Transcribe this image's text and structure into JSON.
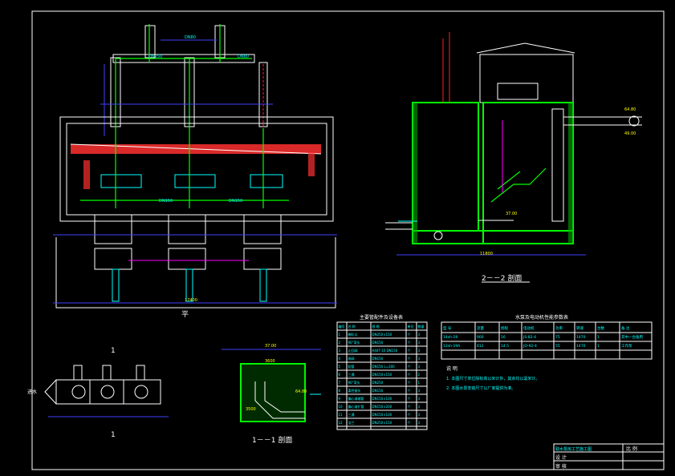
{
  "plan": {
    "pipe_label_1": "DN150",
    "pipe_label_2": "DN150",
    "pipe_label_3": "DN150",
    "pipe_label_4": "DN80"
  },
  "section_2": {
    "title": "2－－2 剖面",
    "dim_width": "11800",
    "level_1": "37.00",
    "level_2": "64.80",
    "level_3": "49.00"
  },
  "section_1": {
    "title": "1－－1 剖面",
    "dim_top": "37.00",
    "dim_inner": "3600",
    "level": "64.80",
    "dim_bottom": "3500"
  },
  "plan_view": {
    "dim_total": "17400"
  },
  "table_left": {
    "title": "主要管配件及设备表",
    "headers": [
      "编号",
      "名 称",
      "规 格",
      "单位",
      "数量"
    ],
    "rows": [
      [
        "1",
        "喇叭口",
        "DN250×150",
        "个",
        "3"
      ],
      [
        "2",
        "90°弯头",
        "DN150",
        "个",
        "3"
      ],
      [
        "3",
        "止回阀",
        "H44T-10 DN150",
        "个",
        "3"
      ],
      [
        "4",
        "闸阀",
        "DN150",
        "个",
        "3"
      ],
      [
        "5",
        "短管",
        "DN150 L=300",
        "个",
        "3"
      ],
      [
        "6",
        "三通",
        "DN150×150",
        "个",
        "2"
      ],
      [
        "7",
        "90°弯头",
        "DN250",
        "个",
        "1"
      ],
      [
        "8",
        "柔性接头",
        "DN150",
        "个",
        "3"
      ],
      [
        "9",
        "偏心渐缩管",
        "DN150×100",
        "个",
        "3"
      ],
      [
        "10",
        "偏心渐扩管",
        "DN150×200",
        "个",
        "3"
      ],
      [
        "11",
        "三通",
        "DN150×100",
        "个",
        "3"
      ],
      [
        "12",
        "法兰",
        "DN250×150",
        "个",
        "3"
      ]
    ]
  },
  "table_right": {
    "title": "水泵及电动机性能参数表",
    "headers": [
      "型 号",
      "流量",
      "扬程",
      "电动机",
      "功率",
      "转速",
      "台数",
      "备 注"
    ],
    "rows": [
      [
        "14sh-19",
        "900",
        "16",
        "JS-82-4",
        "75",
        "1470",
        "1",
        "其中一台备用"
      ],
      [
        "12sh-19A",
        "612",
        "14.5",
        "JO-92-4",
        "55",
        "1470",
        "1",
        "工作泵"
      ]
    ],
    "notes_title": "说 明",
    "notes": [
      "1. 本图尺寸单位除标高以米计外，其余均以毫米计。",
      "2. 本图水泵安装尺寸以厂家提供为准。"
    ]
  },
  "title_block": {
    "project": "取水泵房工艺施工图",
    "label_scale": "比 例",
    "label_design": "设 计",
    "label_check": "审 核"
  }
}
